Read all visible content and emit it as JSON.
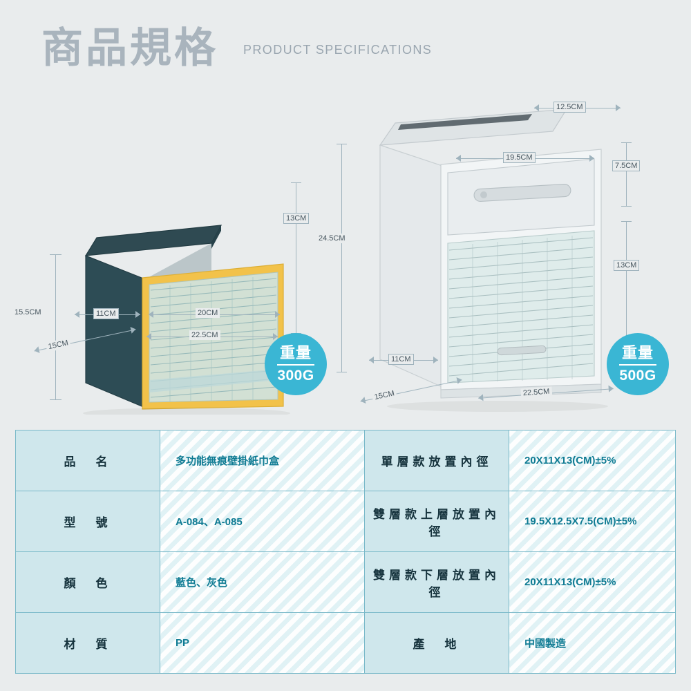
{
  "header": {
    "title": "商品規格",
    "subtitle": "PRODUCT SPECIFICATIONS"
  },
  "left_product": {
    "dims": {
      "height_total": "15.5CM",
      "inner_height": "13CM",
      "depth_small": "11CM",
      "width_inner": "20CM",
      "depth": "15CM",
      "width_outer": "22.5CM"
    },
    "weight_badge": {
      "label": "重量",
      "value": "300G"
    }
  },
  "right_product": {
    "dims": {
      "top_depth": "12.5CM",
      "top_width": "19.5CM",
      "top_height": "7.5CM",
      "total_height": "24.5CM",
      "lower_height": "13CM",
      "depth_small": "11CM",
      "depth": "15CM",
      "width_outer": "22.5CM"
    },
    "weight_badge": {
      "label": "重量",
      "value": "500G"
    }
  },
  "spec_table": {
    "rows": [
      {
        "label_left": "品　名",
        "value_left": "多功能無痕壁掛紙巾盒",
        "label_right": "單層款放置內徑",
        "value_right": "20X11X13(CM)±5%"
      },
      {
        "label_left": "型　號",
        "value_left": "A-084、A-085",
        "label_right": "雙層款上層放置內徑",
        "value_right": "19.5X12.5X7.5(CM)±5%"
      },
      {
        "label_left": "顏　色",
        "value_left": "藍色、灰色",
        "label_right": "雙層款下層放置內徑",
        "value_right": "20X11X13(CM)±5%"
      },
      {
        "label_left": "材　質",
        "value_left": "PP",
        "label_right": "產　地",
        "value_right": "中國製造"
      }
    ]
  },
  "colors": {
    "accent": "#3ab6d4",
    "table_border": "#7ab9c9",
    "label_bg": "#cfe7ec",
    "value_text": "#0f7b93",
    "title": "#a9b4bd",
    "background": "#e9eced"
  }
}
